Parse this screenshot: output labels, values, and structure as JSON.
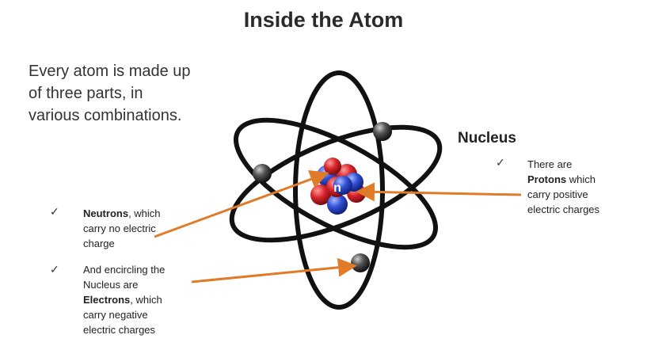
{
  "title": "Inside the Atom",
  "intro": {
    "lines": [
      "Every atom is made up",
      "of three parts, in",
      "various combinations."
    ]
  },
  "nucleus": {
    "heading": "Nucleus",
    "check": "✓",
    "line1": "There are",
    "line2_bold": "Protons",
    "line2_rest": " which",
    "line3": "carry positive",
    "line4": "electric charges"
  },
  "neutrons": {
    "check": "✓",
    "line1_bold": "Neutrons",
    "line1_rest": ", which",
    "line2": "carry no electric",
    "line3": "charge"
  },
  "electrons": {
    "check": "✓",
    "line1": "And encircling the",
    "line2": "Nucleus are",
    "line3_bold": "Electrons",
    "line3_rest": ", which",
    "line4": "carry negative",
    "line5": "electric charges"
  },
  "nucleus_label": "n",
  "colors": {
    "orbit": "#111111",
    "proton": "#d8252b",
    "neutron": "#2f4fd6",
    "arrow": "#e07b2a",
    "electron": "#333333"
  }
}
